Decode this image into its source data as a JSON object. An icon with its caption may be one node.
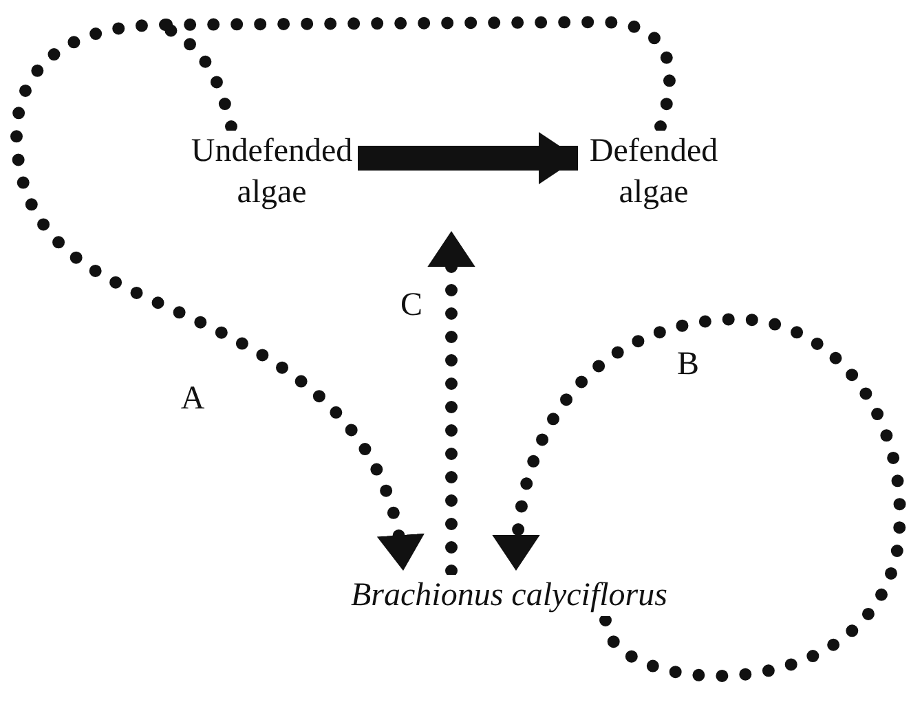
{
  "diagram": {
    "nodes": [
      {
        "text": [
          "Undefended algae"
        ]
      },
      {
        "text": [
          "Defended algae"
        ]
      },
      {
        "text": [
          "Brachionus calyciflorus"
        ]
      }
    ],
    "edges": [
      {
        "from": 0,
        "to": 1,
        "arrow": "to",
        "style": "thick"
      },
      {
        "from": 0,
        "to": 2,
        "arrow": "to",
        "style": "dashed",
        "label": "A"
      },
      {
        "from": 1,
        "to": 2,
        "arrow": "to",
        "style": "dashed"
      },
      {
        "from": 2,
        "to": 2,
        "arrow": "to",
        "style": "dashed",
        "label": "B"
      },
      {
        "from": 2,
        "to": null,
        "arrow": "to",
        "style": "dashed",
        "label": "C"
      }
    ]
  }
}
